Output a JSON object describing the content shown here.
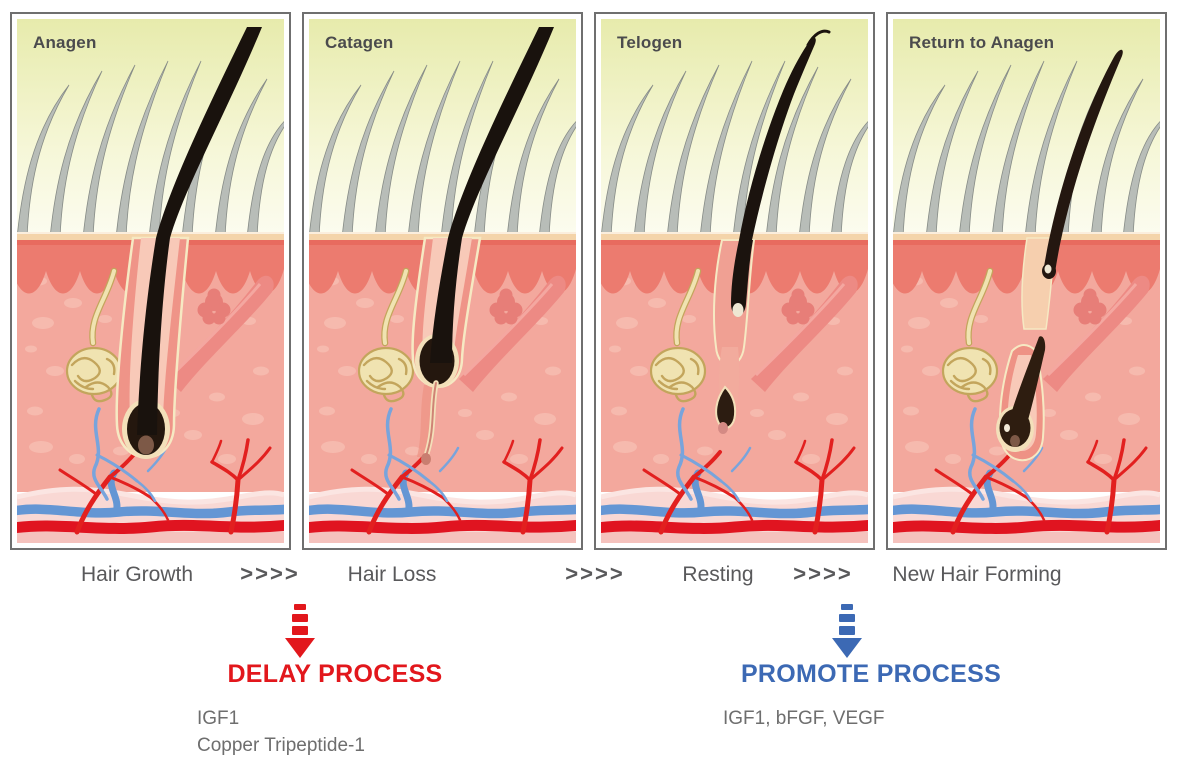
{
  "panels": [
    {
      "label": "Anagen",
      "stage": "anagen",
      "caption": "Hair Growth"
    },
    {
      "label": "Catagen",
      "stage": "catagen",
      "caption": "Hair Loss"
    },
    {
      "label": "Telogen",
      "stage": "telogen",
      "caption": "Resting"
    },
    {
      "label": "Return to Anagen",
      "stage": "return",
      "caption": "New Hair Forming"
    }
  ],
  "flow": {
    "chevrons": ">>>>"
  },
  "processes": {
    "delay": {
      "title": "DELAY PROCESS",
      "lines": [
        "IGF1",
        "Copper Tripeptide-1"
      ],
      "color": "#e2171c"
    },
    "promote": {
      "title": "PROMOTE PROCESS",
      "lines": [
        "IGF1, bFGF, VEGF"
      ],
      "color": "#3c69b4"
    }
  },
  "colors": {
    "caption_gray": "#59595b",
    "panel_label_gray": "#4b4b4d",
    "lines_gray": "#6e6e6e",
    "panel_border_gray": "#6f6f6f",
    "skin_epidermis": "#ec7b6f",
    "skin_dermis": "#f3a89d",
    "vessel_red": "#e01420",
    "vessel_blue": "#6496d4",
    "sky_yellow": "#e7ebac"
  }
}
